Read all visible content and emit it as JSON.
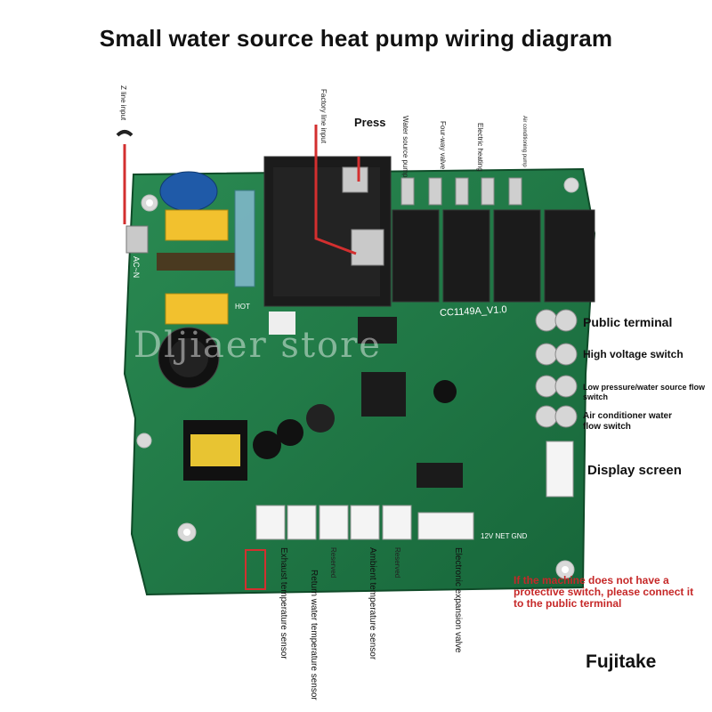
{
  "title": "Small water source heat pump wiring diagram",
  "top_labels": {
    "z_line": "Z line input",
    "factory_line": "Factory line input",
    "press": "Press",
    "water_pump": "Water source pump",
    "four_way": "Four-way valve",
    "electric_heating": "Electric heating",
    "ac_pump": "Air conditioning pump"
  },
  "right_labels": {
    "public_terminal": "Public terminal",
    "high_voltage": "High voltage switch",
    "low_pressure": "Low pressure/water source flow switch",
    "ac_water_flow": "Air conditioner water flow switch",
    "display": "Display screen"
  },
  "bottom_labels": {
    "exhaust": "Exhaust temperature sensor",
    "return_water": "Return water temperature sensor",
    "reserved1": "Reserved",
    "ambient": "Ambient temperature sensor",
    "reserved2": "Reserved",
    "eev": "Electronic expansion valve"
  },
  "board_text": {
    "model": "CC1149A_V1.0",
    "ac_n": "AC~N",
    "terminal_labels": "12V NET GND",
    "hot": "HOT"
  },
  "note": "If the machine does not have a protective switch, please connect it to the public terminal",
  "brand": "Fujitake",
  "watermark": "Dljiaer store",
  "colors": {
    "pcb": "#1f7a45",
    "relay": "#1b1b1b",
    "note": "#c62828",
    "wire": "#d32f2f"
  }
}
